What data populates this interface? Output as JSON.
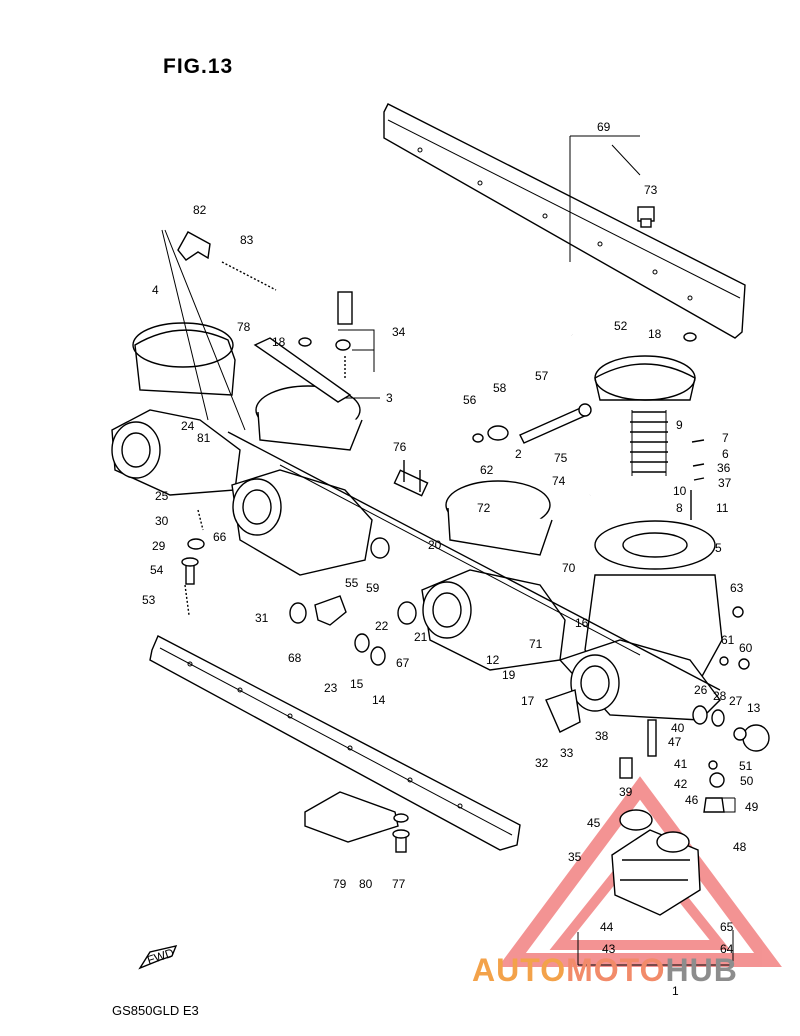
{
  "figure": {
    "title": "FIG.13",
    "model_code": "GS850GLD E3",
    "fwd_label": "FWD"
  },
  "watermark": {
    "part1": "AUTO",
    "part2": "MOTO",
    "part3": "HUB",
    "colors": {
      "triangle": "#f07070",
      "auto": "#f3a24a",
      "moto": "#f28b6a",
      "hub": "#8d8d8d"
    }
  },
  "callouts": [
    "1",
    "2",
    "3",
    "4",
    "5",
    "6",
    "7",
    "8",
    "9",
    "10",
    "11",
    "12",
    "13",
    "14",
    "15",
    "16",
    "17",
    "18",
    "18",
    "19",
    "20",
    "21",
    "22",
    "23",
    "24",
    "25",
    "26",
    "27",
    "28",
    "29",
    "30",
    "31",
    "32",
    "33",
    "34",
    "35",
    "36",
    "37",
    "38",
    "39",
    "40",
    "41",
    "42",
    "43",
    "44",
    "45",
    "46",
    "47",
    "48",
    "49",
    "50",
    "51",
    "52",
    "53",
    "54",
    "55",
    "56",
    "57",
    "58",
    "59",
    "60",
    "61",
    "62",
    "63",
    "64",
    "65",
    "66",
    "67",
    "68",
    "69",
    "70",
    "71",
    "72",
    "73",
    "74",
    "75",
    "76",
    "77",
    "78",
    "79",
    "80",
    "81",
    "82",
    "83"
  ]
}
